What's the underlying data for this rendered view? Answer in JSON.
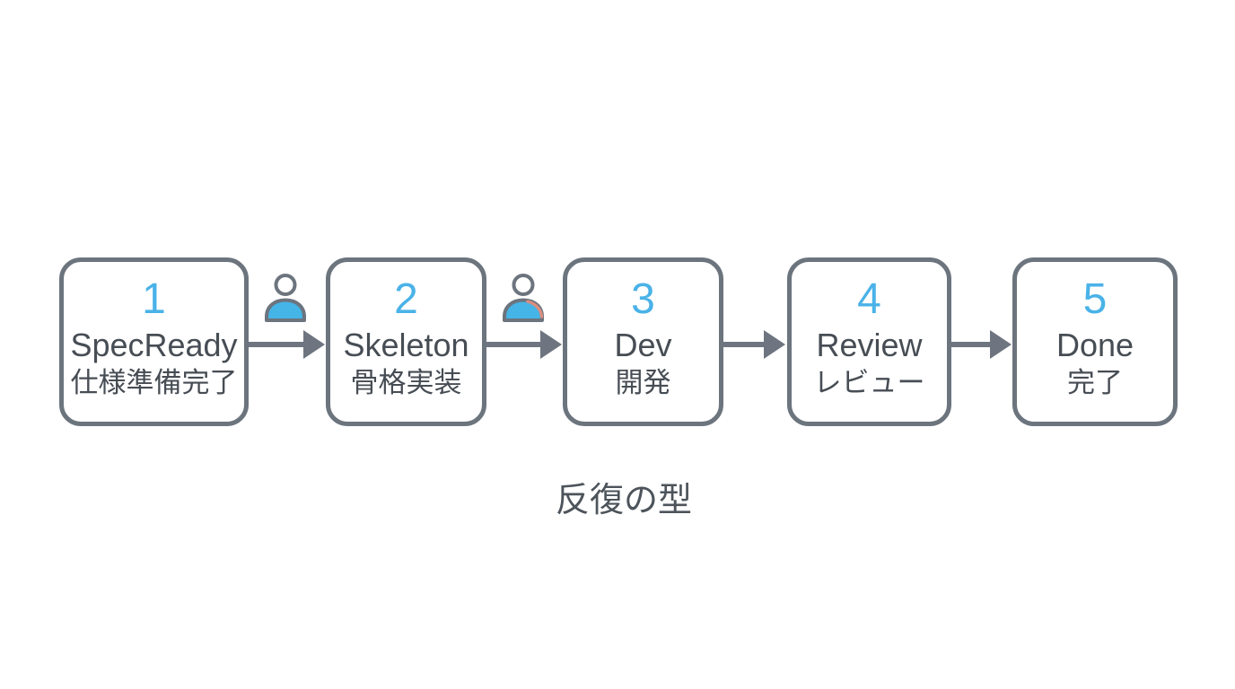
{
  "diagram": {
    "caption": "反復の型",
    "steps": [
      {
        "number": "1",
        "label": "SpecReady",
        "label_ja": "仕様準備完了"
      },
      {
        "number": "2",
        "label": "Skeleton",
        "label_ja": "骨格実装"
      },
      {
        "number": "3",
        "label": "Dev",
        "label_ja": "開発"
      },
      {
        "number": "4",
        "label": "Review",
        "label_ja": "レビュー"
      },
      {
        "number": "5",
        "label": "Done",
        "label_ja": "完了"
      }
    ],
    "connectors": [
      {
        "from": "SpecReady",
        "to": "Skeleton",
        "person_icon": true
      },
      {
        "from": "Skeleton",
        "to": "Dev",
        "person_icon": true
      },
      {
        "from": "Dev",
        "to": "Review",
        "person_icon": false
      },
      {
        "from": "Review",
        "to": "Done",
        "person_icon": false
      }
    ],
    "icons": [
      {
        "name": "person-icon",
        "between": "SpecReady-Skeleton"
      },
      {
        "name": "person-icon",
        "between": "Skeleton-Dev"
      }
    ],
    "colors": {
      "accent_blue": "#4ab2e8",
      "box_border_gray": "#6c747e",
      "arrow_gray": "#6e7580",
      "text_dark": "#474d54",
      "person_fill_blue": "#45b4e6",
      "person_accent_salmon": "#d98e80",
      "background": "#ffffff"
    }
  }
}
